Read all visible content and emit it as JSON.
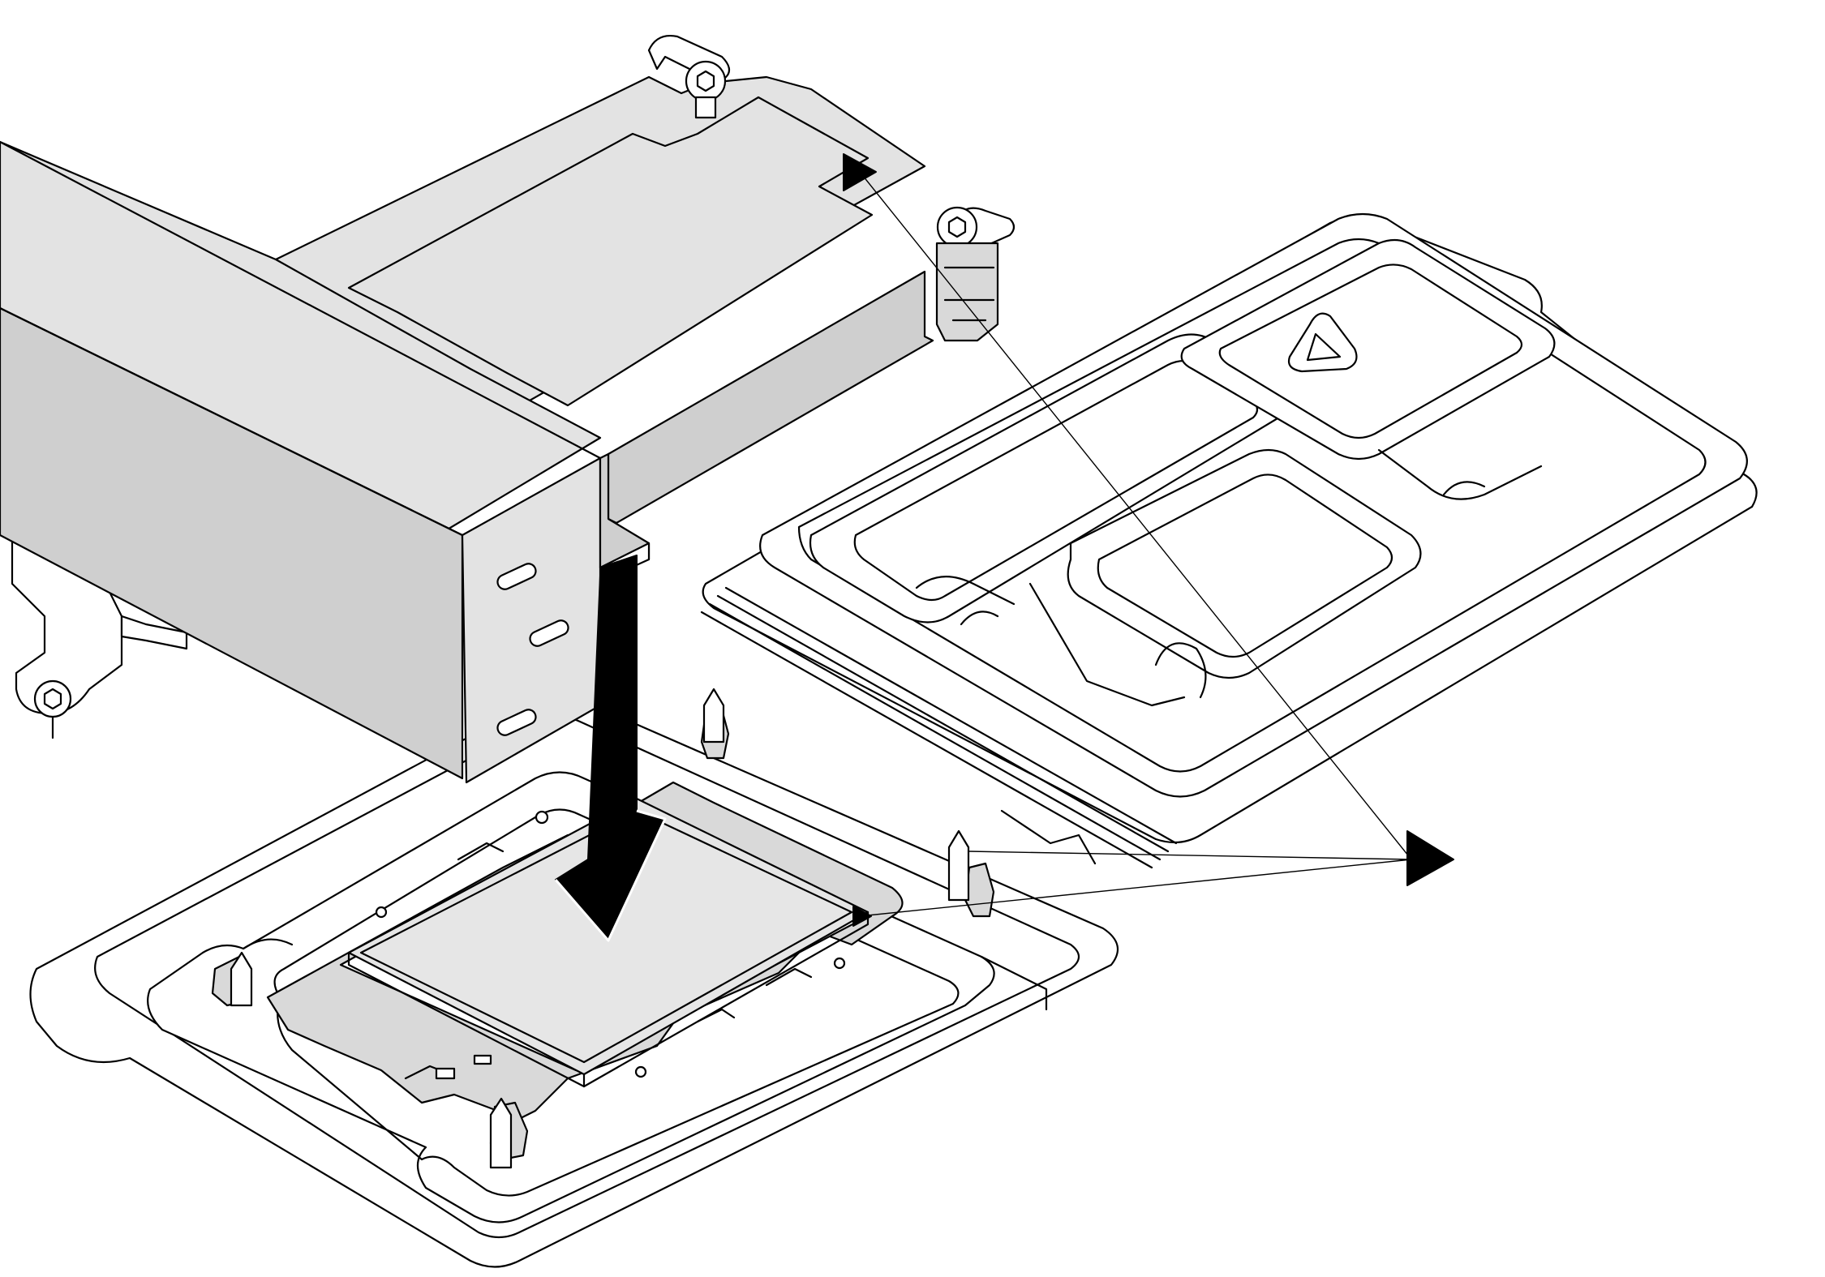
{
  "diagram": {
    "palette": {
      "line": "#000000",
      "background": "#ffffff",
      "module_top": "#e3e3e3",
      "module_side": "#cfcfcf",
      "carrier": "#d9d9d9",
      "processor": "#e6e6e6",
      "arrow": "#000000"
    },
    "parts": [
      "cold-plate-module",
      "coolant-tube-block",
      "processor-carrier",
      "processor",
      "shipping-tray",
      "retention-clip",
      "alignment-pin"
    ],
    "icons": [
      "down-arrow-icon",
      "triangle-marker-icon",
      "torx-screw-icon"
    ]
  }
}
